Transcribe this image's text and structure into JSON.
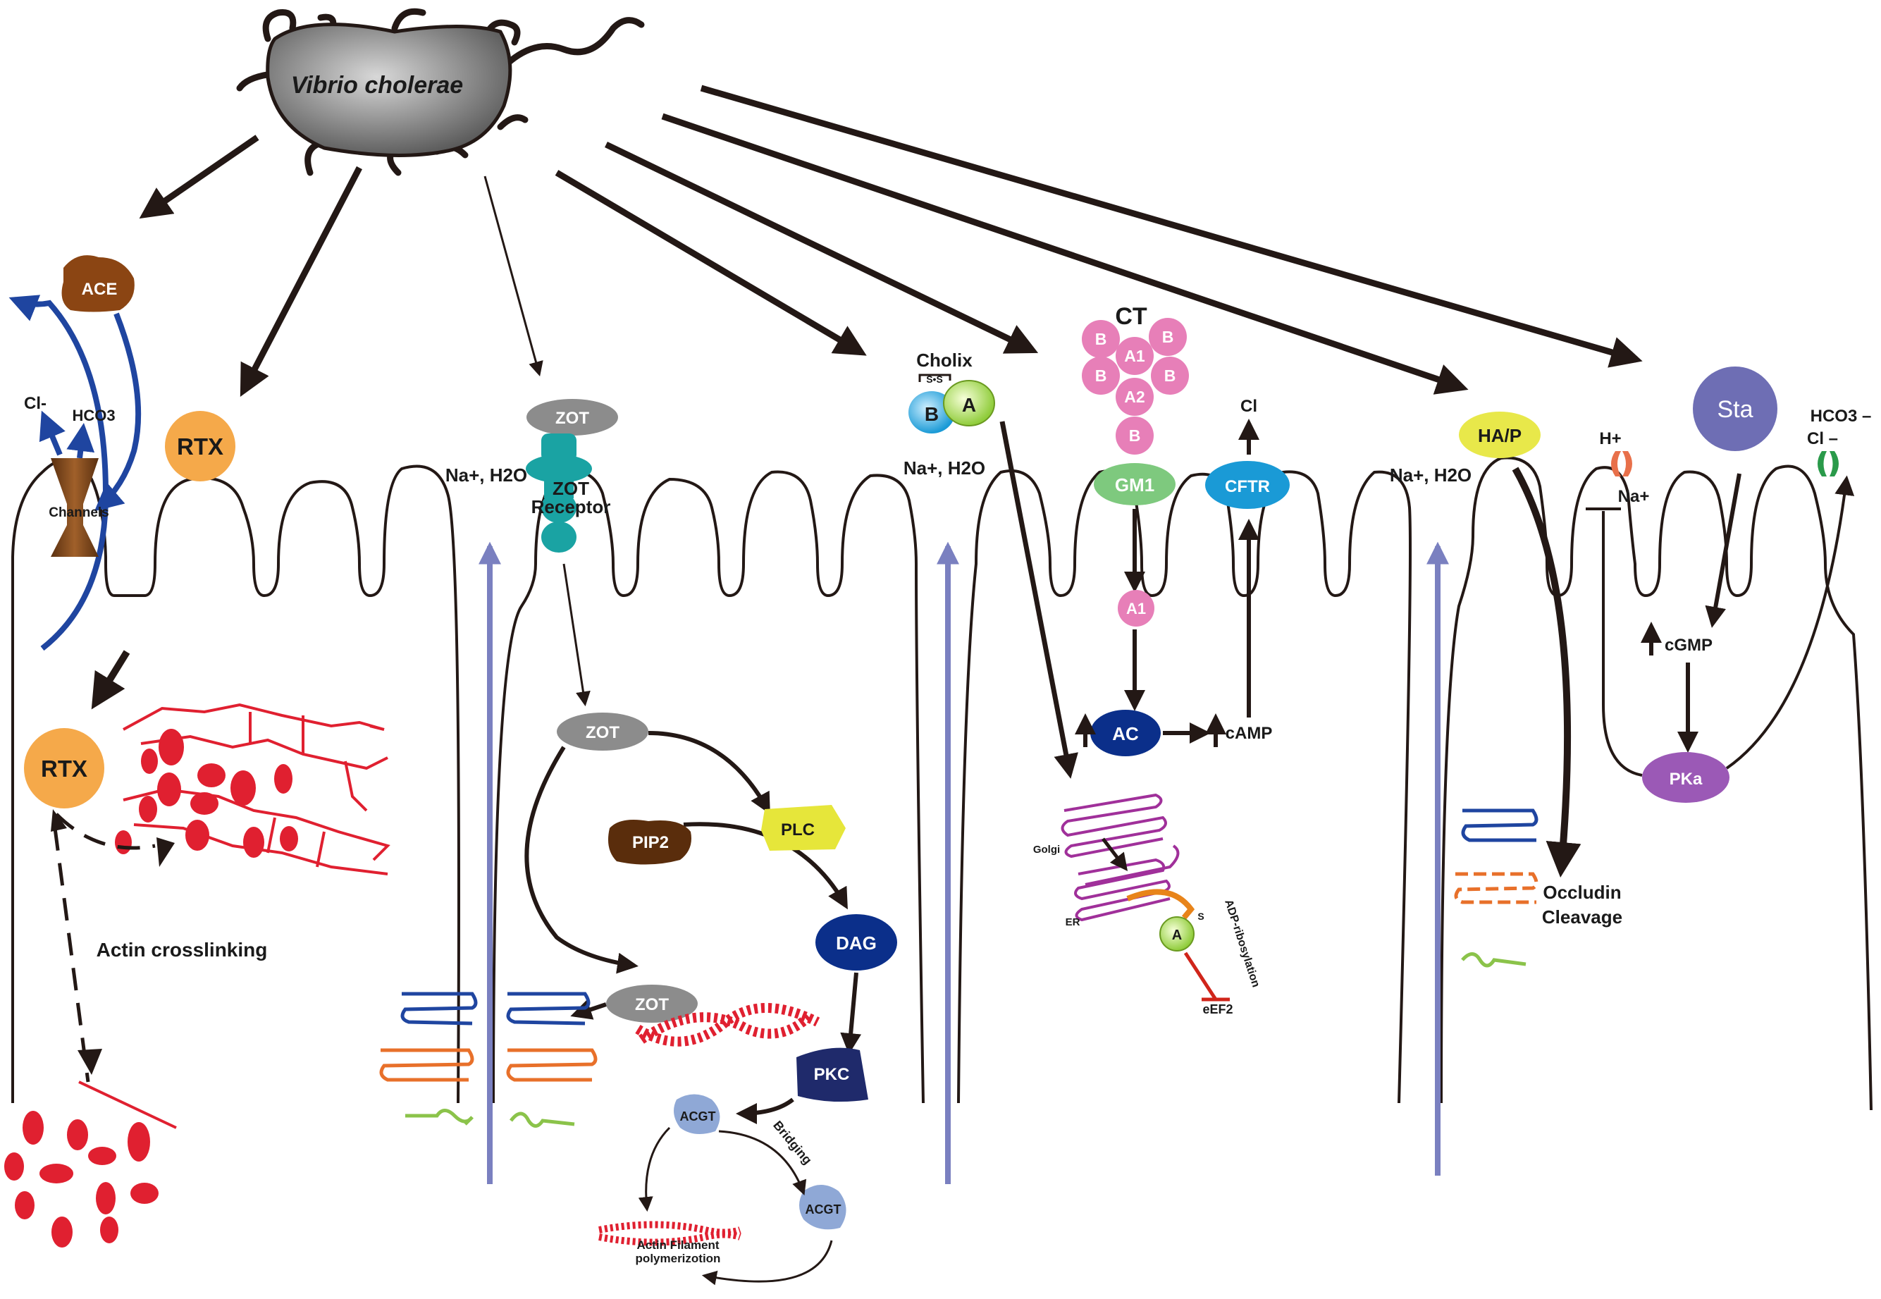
{
  "bacterium": {
    "name": "Vibrio cholerae"
  },
  "toxins": {
    "ace": "ACE",
    "rtx": "RTX",
    "zot": "ZOT",
    "zot_receptor": "ZOT Receptor",
    "cholix": "Cholix",
    "ct": "CT",
    "hap": "HA/P",
    "sta": "Sta"
  },
  "ace_panel": {
    "cl": "Cl-",
    "hco3": "HCO3",
    "channels": "Channels",
    "actin_crosslinking": "Actin crosslinking"
  },
  "zot_panel": {
    "zot2": "ZOT",
    "zot3": "ZOT",
    "plc": "PLC",
    "pip2": "PIP2",
    "dag": "DAG",
    "pkc": "PKC",
    "acgt": "ACGT",
    "acgt2": "ACGT",
    "bridging": "Bridging",
    "actin_line1": "Actin Filament",
    "actin_line2": "polymerizotion"
  },
  "flux": {
    "na_h2o": "Na+, H2O"
  },
  "cholix_panel": {
    "b": "B",
    "a": "A",
    "ss": "S•S",
    "golgi": "Golgi",
    "er": "ER",
    "a_small": "A",
    "s": "S",
    "adp": "ADP-ribosylation",
    "eef2": "eEF2"
  },
  "ct_panel": {
    "subunits": [
      "B",
      "B",
      "A1",
      "B",
      "B",
      "A2",
      "B"
    ],
    "gm1": "GM1",
    "a1": "A1",
    "ac": "AC",
    "camp": "cAMP",
    "cftr": "CFTR",
    "cl": "Cl"
  },
  "hap_panel": {
    "occludin1": "Occludin",
    "occludin2": "Cleavage"
  },
  "sta_panel": {
    "hplus": "H+",
    "naplus": "Na+",
    "hco3": "HCO3 –",
    "cl": "Cl –",
    "cgmp": "cGMP",
    "pka": "PKa"
  },
  "colors": {
    "bacterium": "#6b6b6b",
    "ace": "#8b4513",
    "rtx": "#f5a94a",
    "zot": "#8c8c8c",
    "zot_receptor": "#1aa3a3",
    "plc": "#e6e63a",
    "pip2": "#5a2d0c",
    "dag": "#0b2f8a",
    "pkc": "#1f2a6b",
    "acgt": "#8fa8d6",
    "ct_subunit": "#e77fb8",
    "gm1": "#7ec97e",
    "ac": "#0b2f8a",
    "cftr": "#1a9ad6",
    "hap": "#e8e84a",
    "sta": "#6e6eb4",
    "pka": "#9b59b6",
    "actin_red": "#e02030",
    "flux_arrow": "#7a80c0",
    "ion_arrow": "#1f45a0"
  }
}
